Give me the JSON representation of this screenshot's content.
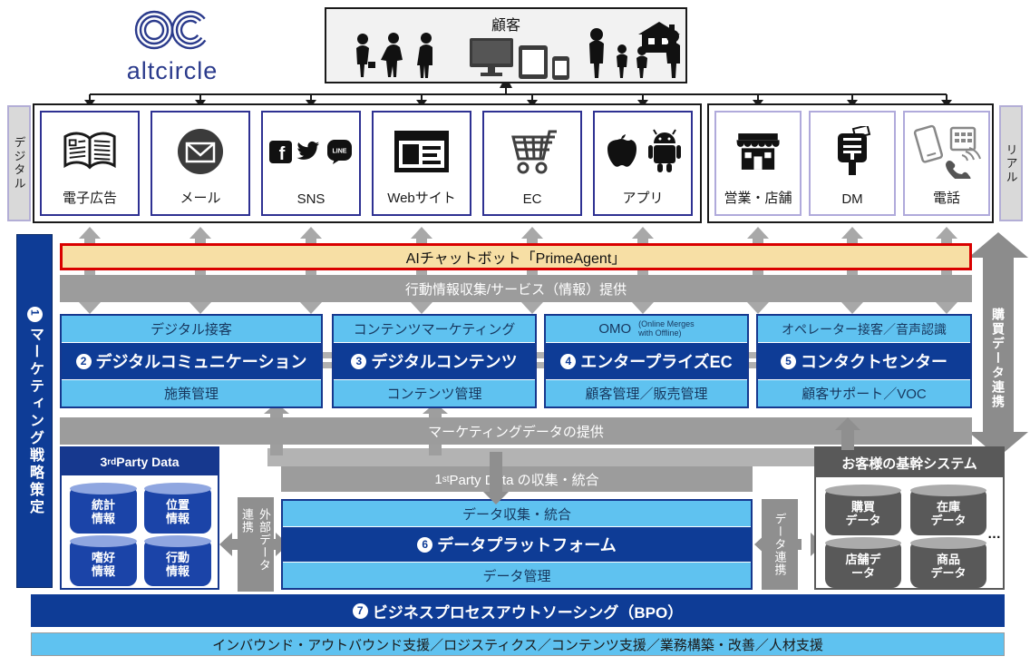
{
  "logo": {
    "name": "altcircle"
  },
  "customer": {
    "title": "顧客"
  },
  "side_labels": {
    "digital": "デジタル",
    "real": "リアル"
  },
  "channels": {
    "digital": [
      {
        "label": "電子広告"
      },
      {
        "label": "メール"
      },
      {
        "label": "SNS"
      },
      {
        "label": "Webサイト"
      },
      {
        "label": "EC"
      },
      {
        "label": "アプリ"
      }
    ],
    "real": [
      {
        "label": "営業・店舗"
      },
      {
        "label": "DM"
      },
      {
        "label": "電話"
      }
    ]
  },
  "ai_bar": {
    "label": "AIチャットボット「PrimeAgent」"
  },
  "bars": {
    "behavior": "行動情報収集/サービス（情報）提供",
    "marketing": "マーケティングデータの提供",
    "first_party": {
      "num": "1",
      "sup": "st",
      "rest": " Party Data の収集・統合"
    }
  },
  "strategy_bar": {
    "num": "1",
    "label": "マーケティング戦略策定"
  },
  "purchase_arrow": {
    "label": "購買データ連携"
  },
  "services": [
    {
      "num": "2",
      "top": "デジタル接客",
      "title": "デジタルコミュニケーション",
      "bottom": "施策管理"
    },
    {
      "num": "3",
      "top": "コンテンツマーケティング",
      "title": "デジタルコンテンツ",
      "bottom": "コンテンツ管理"
    },
    {
      "num": "4",
      "top": "OMO",
      "top_note": "(Online Merges\nwith Offline)",
      "title": "エンタープライズEC",
      "bottom": "顧客管理／販売管理"
    },
    {
      "num": "5",
      "top": "オペレーター接客／音声認識",
      "title": "コンタクトセンター",
      "bottom": "顧客サポート／VOC"
    }
  ],
  "third_party": {
    "num": "3",
    "sup": "rd",
    "rest": " Party Data",
    "cylinders": [
      {
        "label": "統計\n情報"
      },
      {
        "label": "位置\n情報"
      },
      {
        "label": "嗜好\n情報"
      },
      {
        "label": "行動\n情報"
      }
    ]
  },
  "platform": {
    "num": "6",
    "top": "データ収集・統合",
    "title": "データプラットフォーム",
    "bottom": "データ管理"
  },
  "links": {
    "external": "外部データ連携",
    "data": "データ連携"
  },
  "core_system": {
    "title": "お客様の基幹システム",
    "cylinders": [
      {
        "label": "購買\nデータ"
      },
      {
        "label": "在庫\nデータ"
      },
      {
        "label": "店舗デ\nータ"
      },
      {
        "label": "商品\nデータ"
      }
    ],
    "more": "…"
  },
  "bpo": {
    "num": "7",
    "title": "ビジネスプロセスアウトソーシング（BPO）",
    "subtitle": "インバウンド・アウトバウンド支援／ロジスティクス／コンテンツ支援／業務構築・改善／人材支援"
  },
  "colors": {
    "navy": "#0e3c96",
    "light_blue": "#5fc2f0",
    "gray_bar": "#9c9c9c",
    "dark_gray": "#595959",
    "tan_ai": "#f7dfa5",
    "red_border": "#d90000",
    "cylinder_blue": "#1b44a8"
  }
}
